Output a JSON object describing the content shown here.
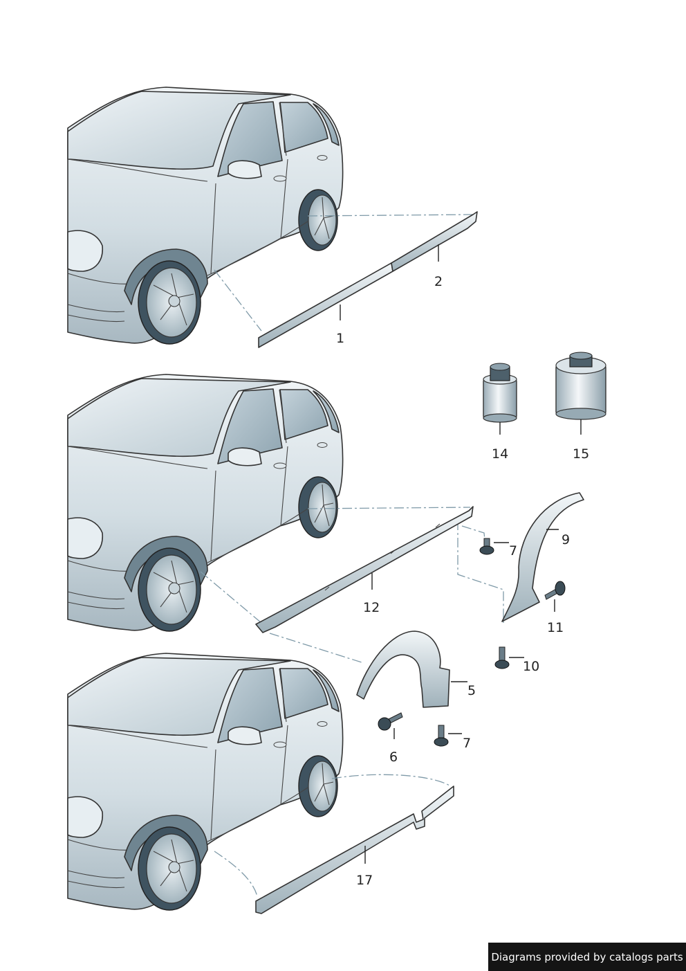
{
  "callouts": [
    "1",
    "2",
    "14",
    "15",
    "7",
    "9",
    "12",
    "11",
    "10",
    "5",
    "6",
    "7",
    "17"
  ],
  "credit": "Diagrams provided by catalogs parts",
  "colors": {
    "body_light": "#e6edf1",
    "body_mid": "#c6d3da",
    "body_dark": "#8fa3ae",
    "glass": "#a9bcc6",
    "guide_line": "#7f9aa8",
    "credit_bg": "#141414"
  }
}
